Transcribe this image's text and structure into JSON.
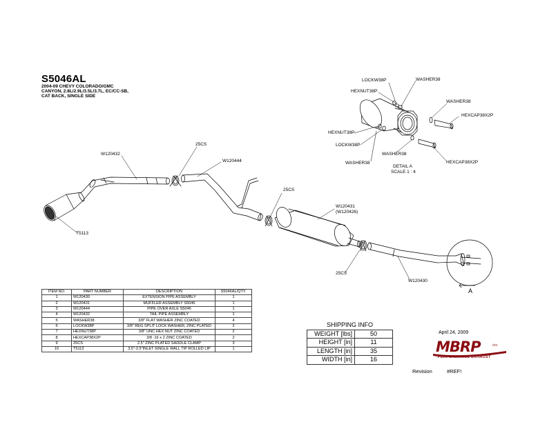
{
  "header": {
    "part_number": "S5046AL",
    "description_lines": [
      "2004-09 CHEVY COLORADO/GMC",
      "CANYON, 2.8L/2.9L/3.5L/3.7L, EC/CC-SB,",
      "CAT BACK, SINGLE SIDE"
    ]
  },
  "drawing": {
    "callouts": {
      "w120432": "W120432",
      "clamp_top": "25CS",
      "w120444": "W120444",
      "clamp_mid": "25CS",
      "w120431": "W120431",
      "w120426": "(W120426)",
      "clamp_low": "25CS",
      "w120430": "W120430",
      "t5113": "T5113",
      "detail_ref": "A"
    },
    "detail": {
      "lockw_top": "LOCKW38P",
      "hexnut_top": "HEXNUT38P",
      "washer_top": "WASHER38",
      "washer_right": "WASHER38",
      "hexcap_top": "HEXCAP38X2P",
      "hexnut_left": "HEXNUT38P",
      "lockw_left": "LOCKW38P",
      "washer_bottom_mid": "WASHER38",
      "washer_bottom_left": "WASHER38",
      "hexcap_bottom": "HEXCAP38X2P",
      "caption": "DETAIL A",
      "scale": "SCALE 1 : 4"
    }
  },
  "parts_table": {
    "headers": [
      "ITEM NO.",
      "PART NUMBER",
      "DESCRIPTION",
      "S5046AL/QTY."
    ],
    "rows": [
      [
        "1",
        "W120430",
        "EXTENSION PIPE ASSEMBLY",
        "1"
      ],
      [
        "2",
        "W120431",
        "MUFFLER ASSEMBLY S5046",
        "1"
      ],
      [
        "3",
        "W120444",
        "PIPE OVER AXLE S5046",
        "1"
      ],
      [
        "4",
        "W120432",
        "TAIL PIPE ASSEMBLY",
        "1"
      ],
      [
        "5",
        "WASHER38",
        "3/8\" FLAT WASHER ZINC COATED",
        "4"
      ],
      [
        "6",
        "LOCKW38P",
        "3/8\" REG SPLIT LOCK WASHER, ZINC PLATED",
        "2"
      ],
      [
        "7",
        "HEXNUT38P",
        "3/8\" UNC HEX NUT ZINC COATED",
        "2"
      ],
      [
        "8",
        "HEXCAP38X2P",
        "3/8 -16 x 2 ZINC COATED",
        "2"
      ],
      [
        "9",
        "25CS",
        "2.5\" ZINC PLATED SADDLE CLAMP",
        "3"
      ],
      [
        "10",
        "T5113",
        "3.5\"-2.5\"INLET SINGLE WALL TIP ROLLED LIP",
        "1"
      ]
    ]
  },
  "shipping": {
    "title": "SHIPPING INFO",
    "rows": [
      {
        "label": "WEIGHT [lbs]",
        "value": "50"
      },
      {
        "label": "HEIGHT [in]",
        "value": "11"
      },
      {
        "label": "LENGTH [in]",
        "value": "35"
      },
      {
        "label": "WIDTH [in]",
        "value": "16"
      }
    ]
  },
  "footer": {
    "date": "April 24, 2009",
    "logo_text": "MBRP",
    "logo_suffix": "inc.",
    "tagline": "PERFORMANCE EXHAUST",
    "revision_label": "Revision",
    "revision_value": "#REF!"
  },
  "colors": {
    "brand_red": "#8a0d12",
    "line": "#000000"
  }
}
